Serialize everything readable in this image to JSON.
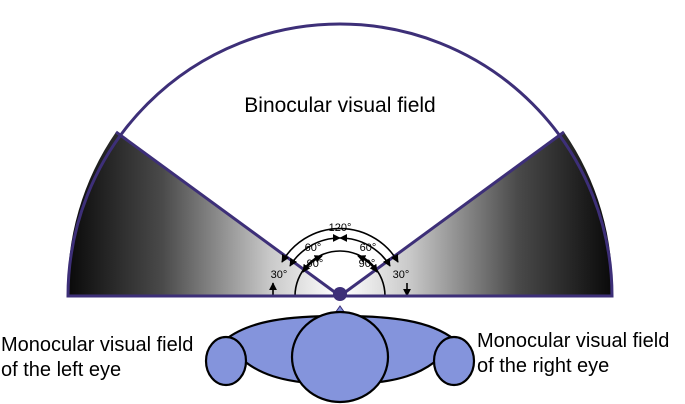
{
  "figure": {
    "title": "Binocular visual field",
    "left_label": [
      "Monocular visual field",
      "of the left eye"
    ],
    "right_label": [
      "Monocular visual field",
      "of the right eye"
    ],
    "angles": {
      "a120": "120°",
      "a60_left": "60°",
      "a60_right": "60°",
      "a90_left": "90°",
      "a90_right": "90°",
      "a30_left": "30°",
      "a30_right": "30°"
    }
  },
  "colors": {
    "outline": "#3d2f78",
    "head_fill": "#8494dc",
    "shade_dark": "#0a0a0a",
    "background": "#ffffff"
  }
}
